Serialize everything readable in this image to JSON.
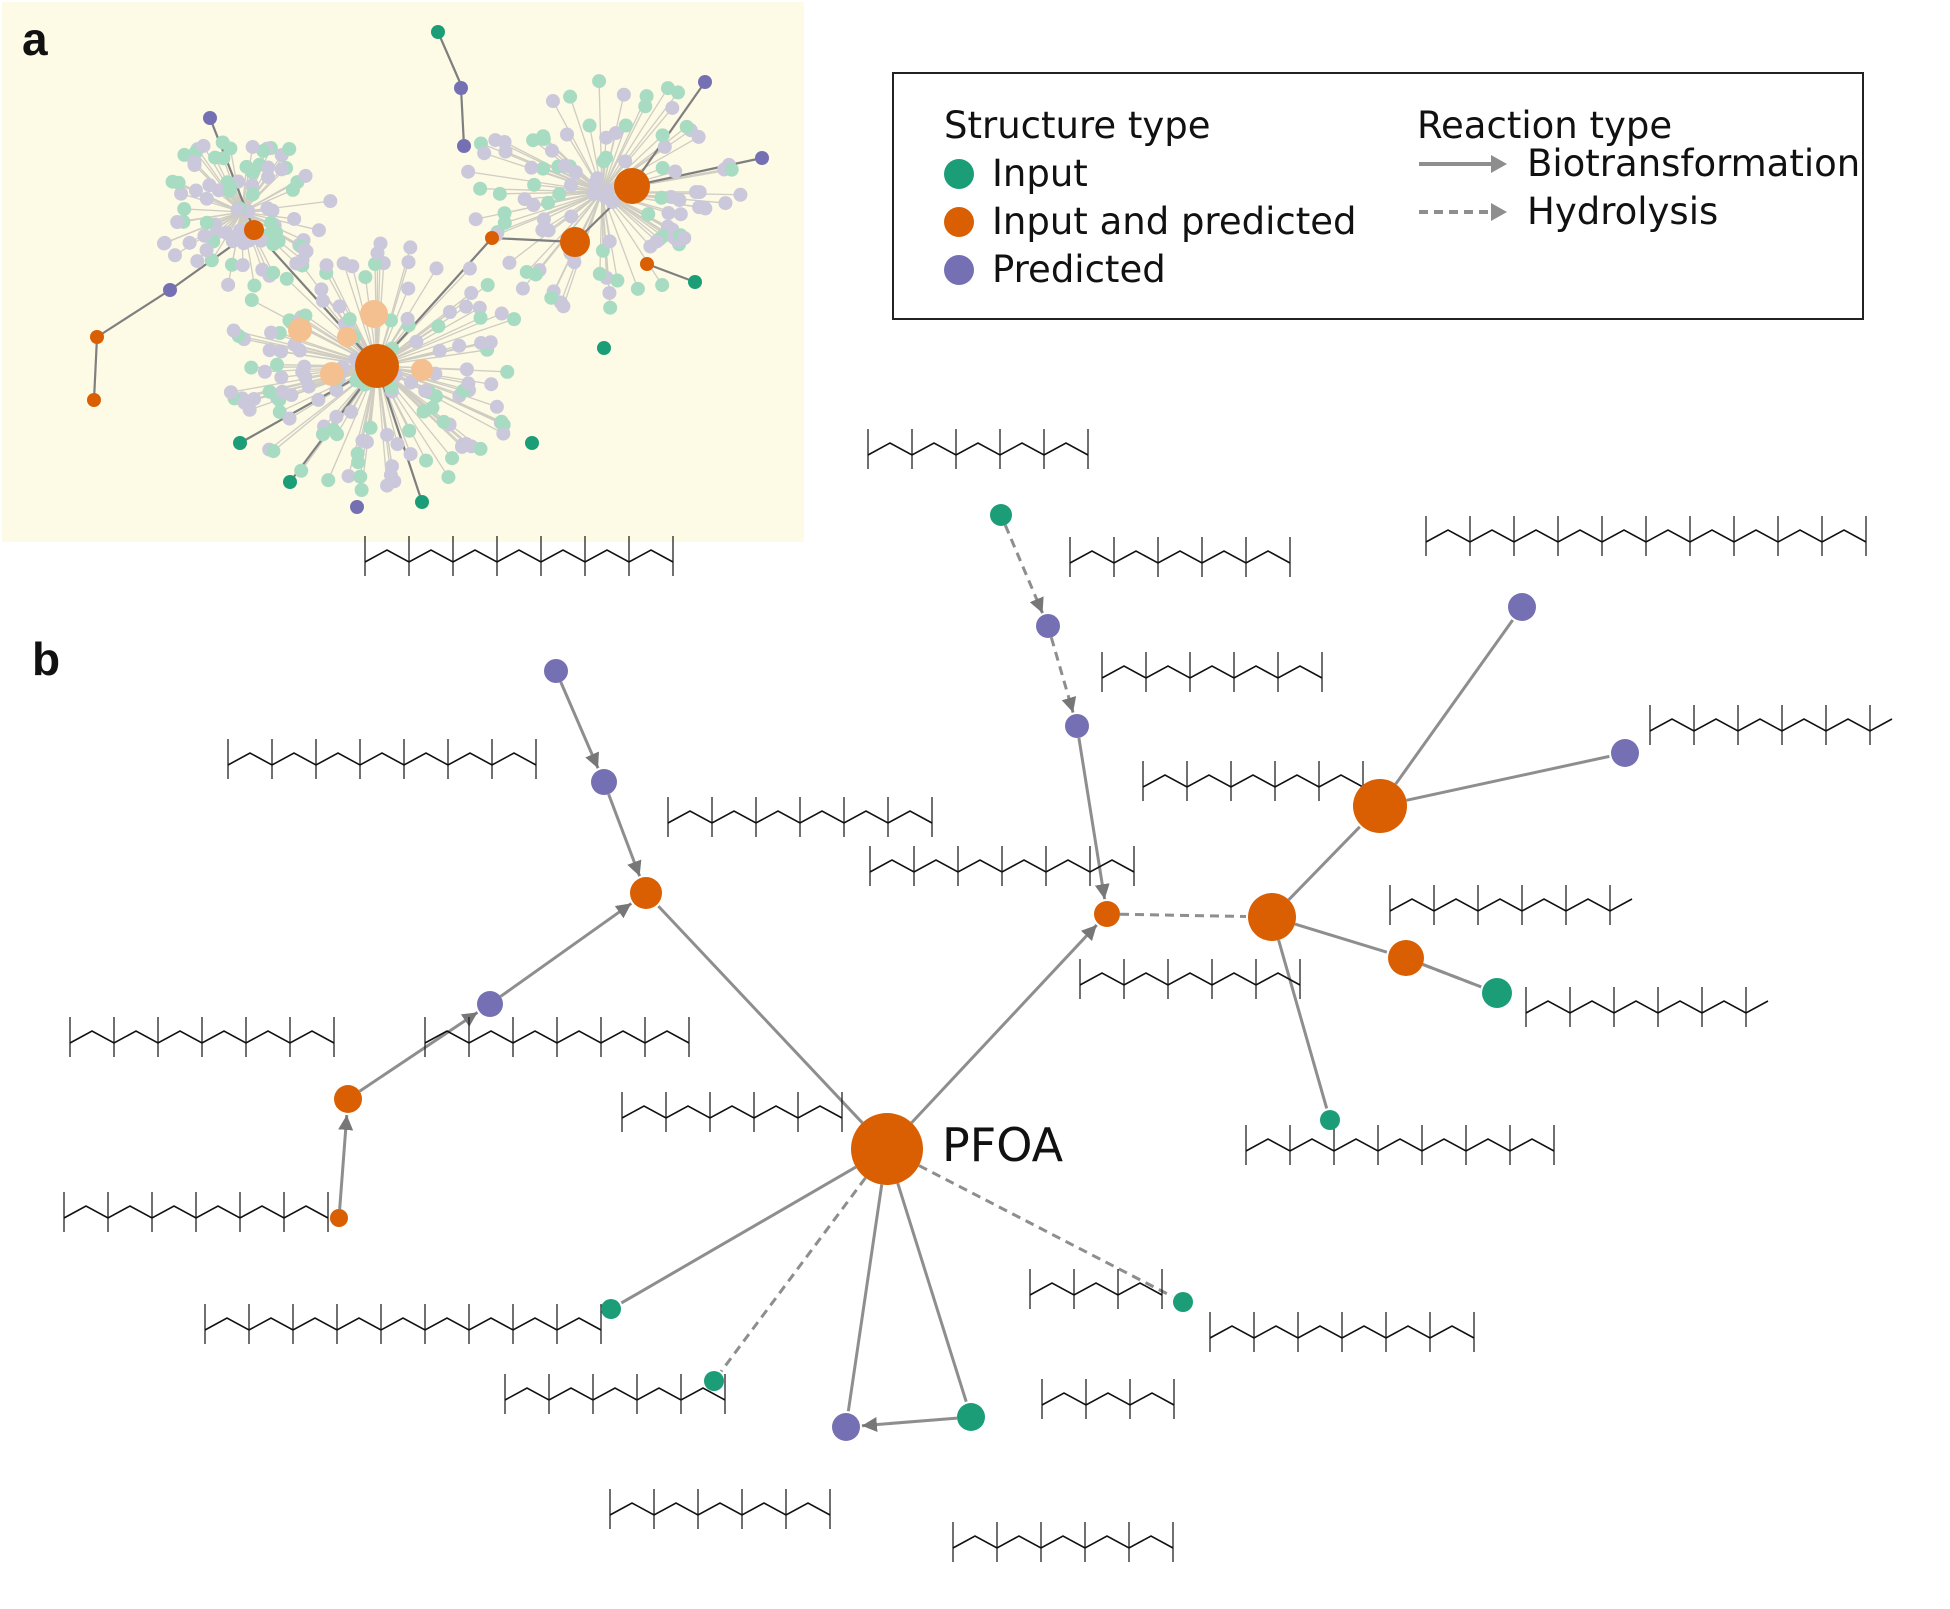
{
  "panels": {
    "a": "a",
    "b": "b"
  },
  "legend": {
    "structure_title": "Structure type",
    "reaction_title": "Reaction type",
    "structures": [
      {
        "label": "Input",
        "color": "#1b9e77"
      },
      {
        "label": "Input and predicted",
        "color": "#d95f02"
      },
      {
        "label": "Predicted",
        "color": "#7570b3"
      }
    ],
    "reactions": [
      {
        "label": "Biotransformation",
        "style": "solid"
      },
      {
        "label": "Hydrolysis",
        "style": "dashed"
      }
    ]
  },
  "center_label": "PFOA",
  "colors": {
    "input": "#1b9e77",
    "input_predicted": "#d95f02",
    "predicted": "#7570b3",
    "edge": "#8e8e8e",
    "panel_a_background": "#fdfae6"
  },
  "icons": [
    "molecule-structure-icon"
  ]
}
